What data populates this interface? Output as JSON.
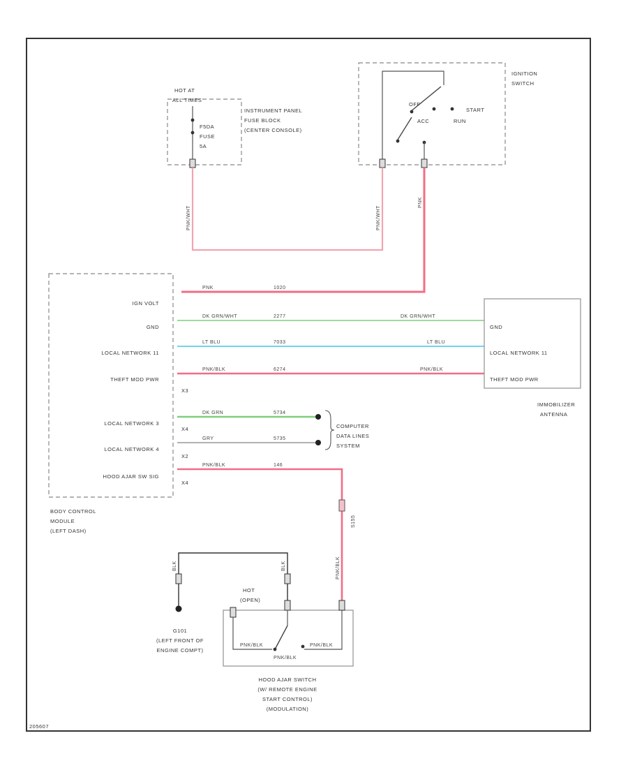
{
  "colors": {
    "pink": "#f26d86",
    "pink_light": "#f0a5b0",
    "green": "#7fcf7f",
    "cyan": "#6fd6ec",
    "frame": "#333333",
    "box": "#888888"
  },
  "fuse_block": {
    "hot_label_1": "HOT AT",
    "hot_label_2": "ALL TIMES",
    "fuse_line_1": "F5DA",
    "fuse_line_2": "FUSE",
    "fuse_line_3": "5A",
    "name_1": "INSTRUMENT PANEL",
    "name_2": "FUSE BLOCK",
    "name_3": "(CENTER CONSOLE)"
  },
  "ignition": {
    "name_1": "IGNITION",
    "name_2": "SWITCH",
    "off": "OFF",
    "acc": "ACC",
    "start": "START",
    "run": "RUN"
  },
  "bcm": {
    "pins": [
      "IGN VOLT",
      "GND",
      "LOCAL NETWORK 11",
      "THEFT MOD PWR",
      "LOCAL NETWORK 3",
      "LOCAL NETWORK 4",
      "HOOD AJAR SW SIG"
    ],
    "connectors": [
      "X3",
      "X4",
      "X2",
      "X4"
    ],
    "name_1": "BODY CONTROL",
    "name_2": "MODULE",
    "name_3": "(LEFT DASH)"
  },
  "wires": {
    "ign_color": "PNK",
    "ign_circuit": "1020",
    "gnd_color": "DK GRN/WHT",
    "gnd_circuit": "2277",
    "ln11_color": "LT BLU",
    "ln11_circuit": "7033",
    "theft_color": "PNK/BLK",
    "theft_circuit": "6274",
    "ln3_color": "DK GRN",
    "ln3_circuit": "5734",
    "ln4_color": "GRY",
    "ln4_circuit": "5735",
    "hood_color": "PNK/BLK",
    "hood_circuit": "146",
    "splice": "S155",
    "fuse_wire": "PNK/WHT",
    "acc_wire": "PNK/WHT",
    "run_wire": "PNK",
    "gnd_blk": "BLK",
    "gnd_blk2": "BLK",
    "hood_wire": "PNK/BLK",
    "hood_in": "PNK/BLK",
    "hood_out": "PNK/BLK",
    "sw_wire": "PNK/BLK"
  },
  "immobilizer": {
    "pins": [
      "GND",
      "LOCAL NETWORK 11",
      "THEFT MOD PWR"
    ],
    "name_1": "IMMOBILIZER",
    "name_2": "ANTENNA"
  },
  "data_lines": {
    "name_1": "COMPUTER",
    "name_2": "DATA LINES",
    "name_3": "SYSTEM"
  },
  "ground": {
    "name_1": "G101",
    "name_2": "(LEFT FRONT OF",
    "name_3": "ENGINE COMPT)"
  },
  "hood_switch": {
    "hot_1": "HOT",
    "hot_2": "(OPEN)",
    "name_1": "HOOD AJAR SWITCH",
    "name_2": "(W/ REMOTE ENGINE",
    "name_3": "START CONTROL)",
    "name_4": "(MODULATION)"
  },
  "footer": {
    "code": "205607"
  }
}
